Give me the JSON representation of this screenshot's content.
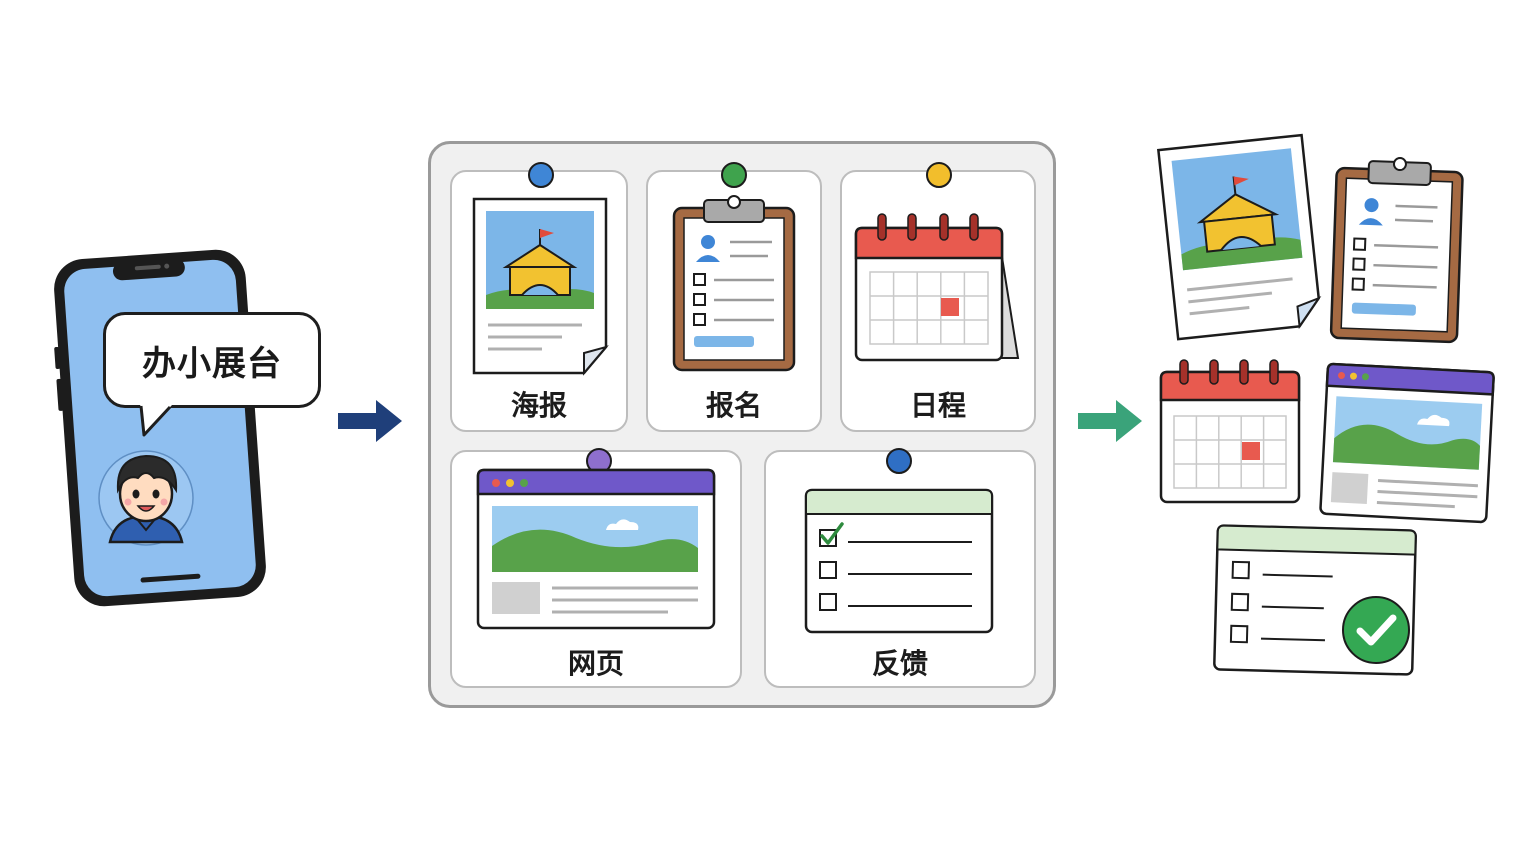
{
  "bubble": {
    "text": "办小展台"
  },
  "cards": [
    {
      "id": "poster",
      "label": "海报",
      "pin_color": "#3f86d6"
    },
    {
      "id": "signup",
      "label": "报名",
      "pin_color": "#3fa34d"
    },
    {
      "id": "schedule",
      "label": "日程",
      "pin_color": "#f2be2c"
    },
    {
      "id": "webpage",
      "label": "网页",
      "pin_color": "#8e6fcd"
    },
    {
      "id": "feedback",
      "label": "反馈",
      "pin_color": "#2f6fc4"
    }
  ],
  "colors": {
    "arrow_left": "#1f3f7a",
    "arrow_right": "#3aa37a",
    "phone_screen": "#8fbff0",
    "calendar_red": "#e85a4f",
    "webpage_bar": "#6f58c9",
    "form_header": "#d6ebcf",
    "check_green": "#34a853"
  },
  "icons": [
    "phone-icon",
    "avatar-icon",
    "poster-icon",
    "clipboard-icon",
    "calendar-icon",
    "webpage-icon",
    "checklist-icon",
    "check-badge-icon"
  ]
}
